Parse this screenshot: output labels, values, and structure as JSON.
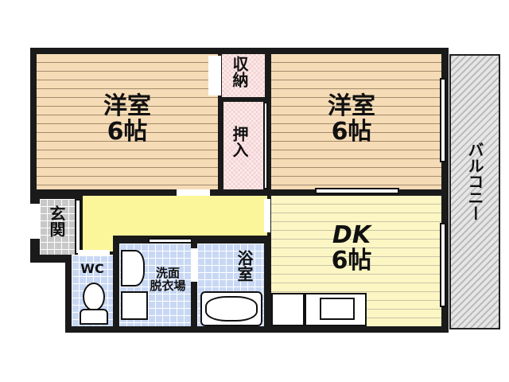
{
  "floor_plan": {
    "rooms": {
      "western_room_1": {
        "name": "洋室",
        "size": "6帖"
      },
      "western_room_2": {
        "name": "洋室",
        "size": "6帖"
      },
      "dining_kitchen": {
        "name": "DK",
        "size": "6帖"
      },
      "storage": {
        "name": "収納"
      },
      "closet": {
        "name": "押入"
      },
      "entrance": {
        "name": "玄関"
      },
      "toilet": {
        "name": "WC"
      },
      "washroom": {
        "name_line1": "洗面",
        "name_line2": "脱衣場"
      },
      "bathroom": {
        "name": "浴室"
      },
      "balcony": {
        "name": "バルコニー"
      }
    },
    "colors": {
      "wall": "#1a1a1a",
      "wood_floor": "#f6dcb6",
      "dk_floor": "#fcf6c4",
      "hallway": "#fbf69a",
      "wet_tile": "#c8d8f4",
      "entrance_tile": "#c8c8c8",
      "closet": "#f5d2d2",
      "balcony": "#d6d6d6"
    }
  }
}
